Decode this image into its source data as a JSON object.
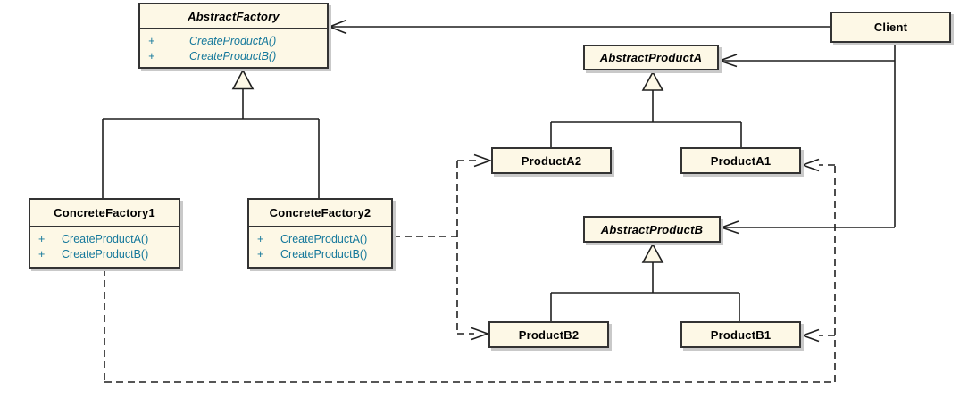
{
  "colors": {
    "background": "#FFFFFF",
    "box_fill": "#FDF8E6",
    "box_border": "#333333",
    "box_shadow": "#C9C9C9",
    "connector_line": "#1F1F1F",
    "method_text": "#15789B",
    "title_text": "#000000"
  },
  "classes": {
    "abstract_factory": {
      "name": "AbstractFactory",
      "abstract": true,
      "methods": [
        {
          "vis": "+",
          "sig": "CreateProductA()"
        },
        {
          "vis": "+",
          "sig": "CreateProductB()"
        }
      ]
    },
    "concrete_factory1": {
      "name": "ConcreteFactory1",
      "abstract": false,
      "methods": [
        {
          "vis": "+",
          "sig": "CreateProductA()"
        },
        {
          "vis": "+",
          "sig": "CreateProductB()"
        }
      ]
    },
    "concrete_factory2": {
      "name": "ConcreteFactory2",
      "abstract": false,
      "methods": [
        {
          "vis": "+",
          "sig": "CreateProductA()"
        },
        {
          "vis": "+",
          "sig": "CreateProductB()"
        }
      ]
    },
    "abstract_product_a": {
      "name": "AbstractProductA",
      "abstract": true
    },
    "product_a2": {
      "name": "ProductA2",
      "abstract": false
    },
    "product_a1": {
      "name": "ProductA1",
      "abstract": false
    },
    "abstract_product_b": {
      "name": "AbstractProductB",
      "abstract": true
    },
    "product_b2": {
      "name": "ProductB2",
      "abstract": false
    },
    "product_b1": {
      "name": "ProductB1",
      "abstract": false
    },
    "client": {
      "name": "Client",
      "abstract": false
    }
  },
  "relationships": [
    {
      "from": "Client",
      "to": "AbstractFactory",
      "type": "association",
      "line": "solid",
      "arrowhead": "open"
    },
    {
      "from": "Client",
      "to": "AbstractProductA",
      "type": "association",
      "line": "solid",
      "arrowhead": "open"
    },
    {
      "from": "Client",
      "to": "AbstractProductB",
      "type": "association",
      "line": "solid",
      "arrowhead": "open"
    },
    {
      "from": "ConcreteFactory1",
      "to": "AbstractFactory",
      "type": "generalization",
      "line": "solid",
      "arrowhead": "hollow-triangle"
    },
    {
      "from": "ConcreteFactory2",
      "to": "AbstractFactory",
      "type": "generalization",
      "line": "solid",
      "arrowhead": "hollow-triangle"
    },
    {
      "from": "ProductA2",
      "to": "AbstractProductA",
      "type": "generalization",
      "line": "solid",
      "arrowhead": "hollow-triangle"
    },
    {
      "from": "ProductA1",
      "to": "AbstractProductA",
      "type": "generalization",
      "line": "solid",
      "arrowhead": "hollow-triangle"
    },
    {
      "from": "ProductB2",
      "to": "AbstractProductB",
      "type": "generalization",
      "line": "solid",
      "arrowhead": "hollow-triangle"
    },
    {
      "from": "ProductB1",
      "to": "AbstractProductB",
      "type": "generalization",
      "line": "solid",
      "arrowhead": "hollow-triangle"
    },
    {
      "from": "ConcreteFactory2",
      "to": "ProductA2",
      "type": "dependency",
      "line": "dashed",
      "arrowhead": "open"
    },
    {
      "from": "ConcreteFactory2",
      "to": "ProductB2",
      "type": "dependency",
      "line": "dashed",
      "arrowhead": "open"
    },
    {
      "from": "ConcreteFactory1",
      "to": "ProductA1",
      "type": "dependency",
      "line": "dashed",
      "arrowhead": "open"
    },
    {
      "from": "ConcreteFactory1",
      "to": "ProductB1",
      "type": "dependency",
      "line": "dashed",
      "arrowhead": "open"
    }
  ]
}
